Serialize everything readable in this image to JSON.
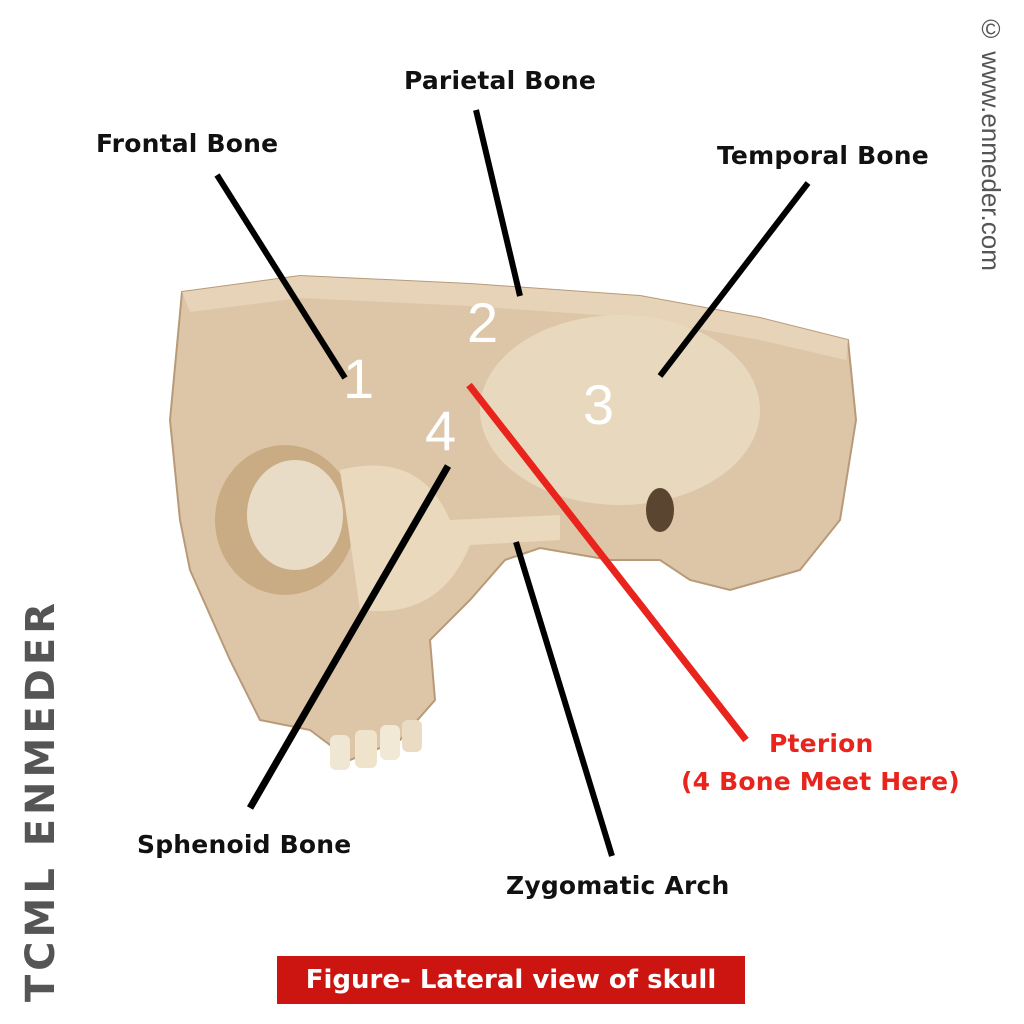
{
  "figure": {
    "caption": "Figure- Lateral view of skull",
    "caption_color": "#cc1510",
    "watermark_site": "© www.enmeder.com",
    "watermark_brand": "TCML ENMEDER"
  },
  "labels": {
    "frontal": "Frontal Bone",
    "parietal": "Parietal Bone",
    "temporal": "Temporal Bone",
    "sphenoid": "Sphenoid Bone",
    "zygomatic": "Zygomatic Arch",
    "pterion_title": "Pterion",
    "pterion_note": "(4 Bone Meet Here)",
    "pterion_color": "#e8241c"
  },
  "bone_numbers": {
    "frontal": "1",
    "parietal": "2",
    "temporal": "3",
    "sphenoid": "4"
  }
}
